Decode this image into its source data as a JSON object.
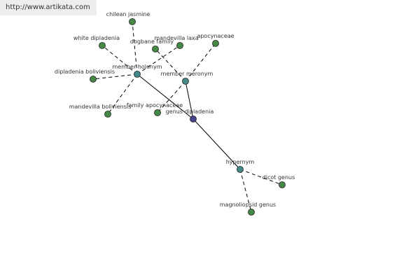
{
  "watermark": "http://www.artikata.com",
  "colors": {
    "center": "#444488",
    "relation": "#448888",
    "leaf": "#448844",
    "edge": "#000000"
  },
  "nodes": [
    {
      "id": "genus",
      "label": "genus dipladenia",
      "kind": "center"
    },
    {
      "id": "holonym",
      "label": "member holonym",
      "kind": "relation"
    },
    {
      "id": "meronym",
      "label": "member meronym",
      "kind": "relation"
    },
    {
      "id": "hypernym",
      "label": "hypernym",
      "kind": "relation"
    },
    {
      "id": "chilean",
      "label": "chilean jasmine",
      "kind": "leaf"
    },
    {
      "id": "white",
      "label": "white dipladenia",
      "kind": "leaf"
    },
    {
      "id": "dogbane",
      "label": "dogbane family",
      "kind": "leaf"
    },
    {
      "id": "laxa",
      "label": "mandevilla laxa",
      "kind": "leaf"
    },
    {
      "id": "apocynaceae",
      "label": "apocynaceae",
      "kind": "leaf"
    },
    {
      "id": "boliviensis",
      "label": "dipladenia boliviensis",
      "kind": "leaf"
    },
    {
      "id": "mandboliv",
      "label": "mandevilla boliviensis",
      "kind": "leaf"
    },
    {
      "id": "famapoc",
      "label": "family apocynaceae",
      "kind": "leaf"
    },
    {
      "id": "dicot",
      "label": "dicot genus",
      "kind": "leaf"
    },
    {
      "id": "magnoliopsid",
      "label": "magnoliopsid genus",
      "kind": "leaf"
    }
  ],
  "edges": [
    {
      "from": "genus",
      "to": "holonym",
      "style": "solid"
    },
    {
      "from": "genus",
      "to": "meronym",
      "style": "solid"
    },
    {
      "from": "genus",
      "to": "hypernym",
      "style": "solid"
    },
    {
      "from": "holonym",
      "to": "chilean",
      "style": "dashed"
    },
    {
      "from": "holonym",
      "to": "white",
      "style": "dashed"
    },
    {
      "from": "holonym",
      "to": "laxa",
      "style": "dashed"
    },
    {
      "from": "holonym",
      "to": "boliviensis",
      "style": "dashed"
    },
    {
      "from": "holonym",
      "to": "mandboliv",
      "style": "dashed"
    },
    {
      "from": "meronym",
      "to": "dogbane",
      "style": "dashed"
    },
    {
      "from": "meronym",
      "to": "apocynaceae",
      "style": "dashed"
    },
    {
      "from": "meronym",
      "to": "famapoc",
      "style": "dashed"
    },
    {
      "from": "hypernym",
      "to": "dicot",
      "style": "dashed"
    },
    {
      "from": "hypernym",
      "to": "magnoliopsid",
      "style": "dashed"
    }
  ]
}
